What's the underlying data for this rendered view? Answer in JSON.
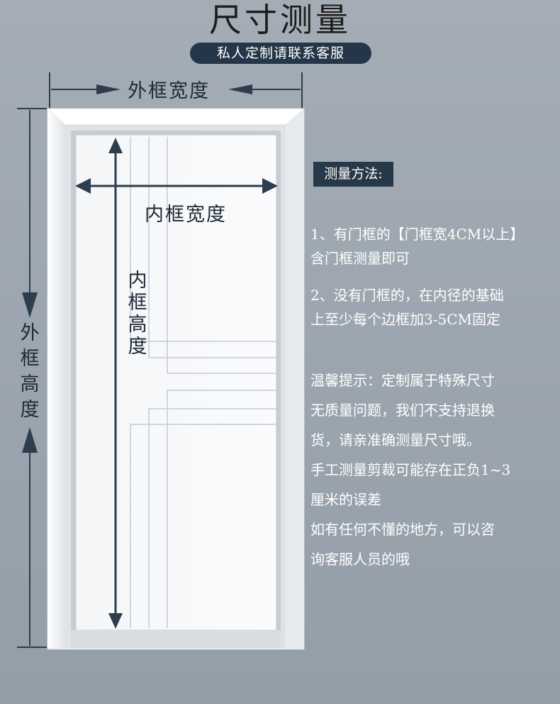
{
  "header": {
    "title": "尺寸测量",
    "subtitle": "私人定制请联系客服"
  },
  "diagram": {
    "outer_width_label": "外框宽度",
    "inner_width_label": "内框宽度",
    "inner_height_label": [
      "内",
      "框",
      "高",
      "度"
    ],
    "outer_height_label": [
      "外",
      "框",
      "高",
      "度"
    ]
  },
  "method": {
    "heading": "测量方法:",
    "step1_lines": [
      "1、有门框的【门框宽4CM以上】",
      "含门框测量即可"
    ],
    "step2_lines": [
      "2、没有门框的，在内径的基础",
      "上至少每个边框加3-5CM固定"
    ]
  },
  "tips": {
    "lines": [
      "温馨提示：定制属于特殊尺寸",
      "无质量问题，我们不支持退换",
      "货，请亲准确测量尺寸哦。",
      "手工测量剪裁可能存在正负1~3",
      "厘米的误差",
      "如有任何不懂的地方，可以咨",
      "询客服人员的哦"
    ]
  },
  "colors": {
    "background": "#9aa3ad",
    "badge": "#243648",
    "arrow": "#1e2d3c",
    "door": "#f7f8f9"
  }
}
